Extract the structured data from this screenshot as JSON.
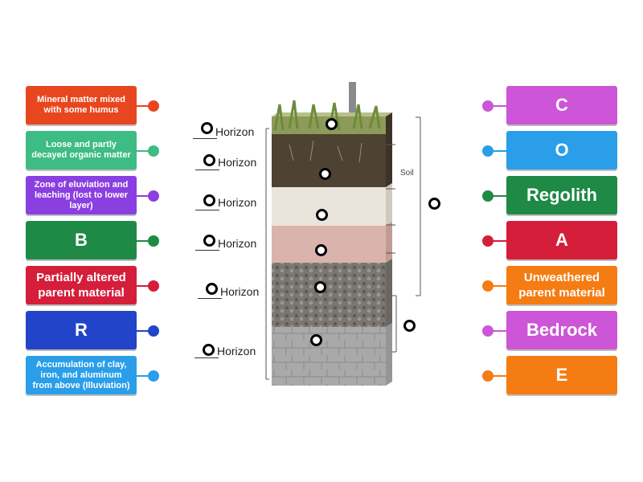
{
  "left_cards": [
    {
      "label": "Mineral matter mixed with some humus",
      "color": "#e8461e"
    },
    {
      "label": "Loose and partly decayed organic matter",
      "color": "#3dbc83"
    },
    {
      "label": "Zone of eluviation and leaching (lost to lower layer)",
      "color": "#8a3fe0"
    },
    {
      "label": "B",
      "color": "#1f8a45"
    },
    {
      "label": "Partially altered parent material",
      "color": "#d41e3a"
    },
    {
      "label": "R",
      "color": "#2244c8"
    },
    {
      "label": "Accumulation of clay, iron, and aluminum from above (Illuviation)",
      "color": "#2a9ee8"
    }
  ],
  "right_cards": [
    {
      "label": "C",
      "color": "#cc55d8"
    },
    {
      "label": "O",
      "color": "#2a9ee8"
    },
    {
      "label": "Regolith",
      "color": "#1f8a45"
    },
    {
      "label": "A",
      "color": "#d41e3a"
    },
    {
      "label": "Unweathered parent material",
      "color": "#f57c12"
    },
    {
      "label": "Bedrock",
      "color": "#cc55d8"
    },
    {
      "label": "E",
      "color": "#f57c12"
    }
  ],
  "diagram": {
    "horizon_label": "Horizon",
    "soil_label": "Soil"
  }
}
